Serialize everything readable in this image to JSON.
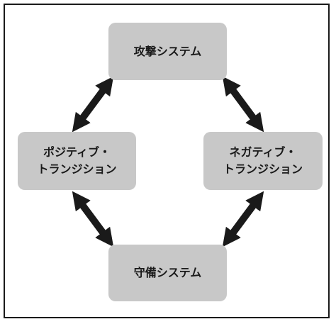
{
  "diagram": {
    "nodes": {
      "top": {
        "label": "攻撃システム"
      },
      "left": {
        "label": "ポジティブ・\nトランジション"
      },
      "right": {
        "label": "ネガティブ・\nトランジション"
      },
      "bottom": {
        "label": "守備システム"
      }
    },
    "edges": [
      {
        "from": "top",
        "to": "left",
        "direction": "both"
      },
      {
        "from": "top",
        "to": "right",
        "direction": "both"
      },
      {
        "from": "left",
        "to": "bottom",
        "direction": "both"
      },
      {
        "from": "right",
        "to": "bottom",
        "direction": "both"
      }
    ],
    "colors": {
      "node_fill": "#c8c8c8",
      "arrow": "#1a1a1a",
      "frame": "#1a1a1a"
    }
  }
}
